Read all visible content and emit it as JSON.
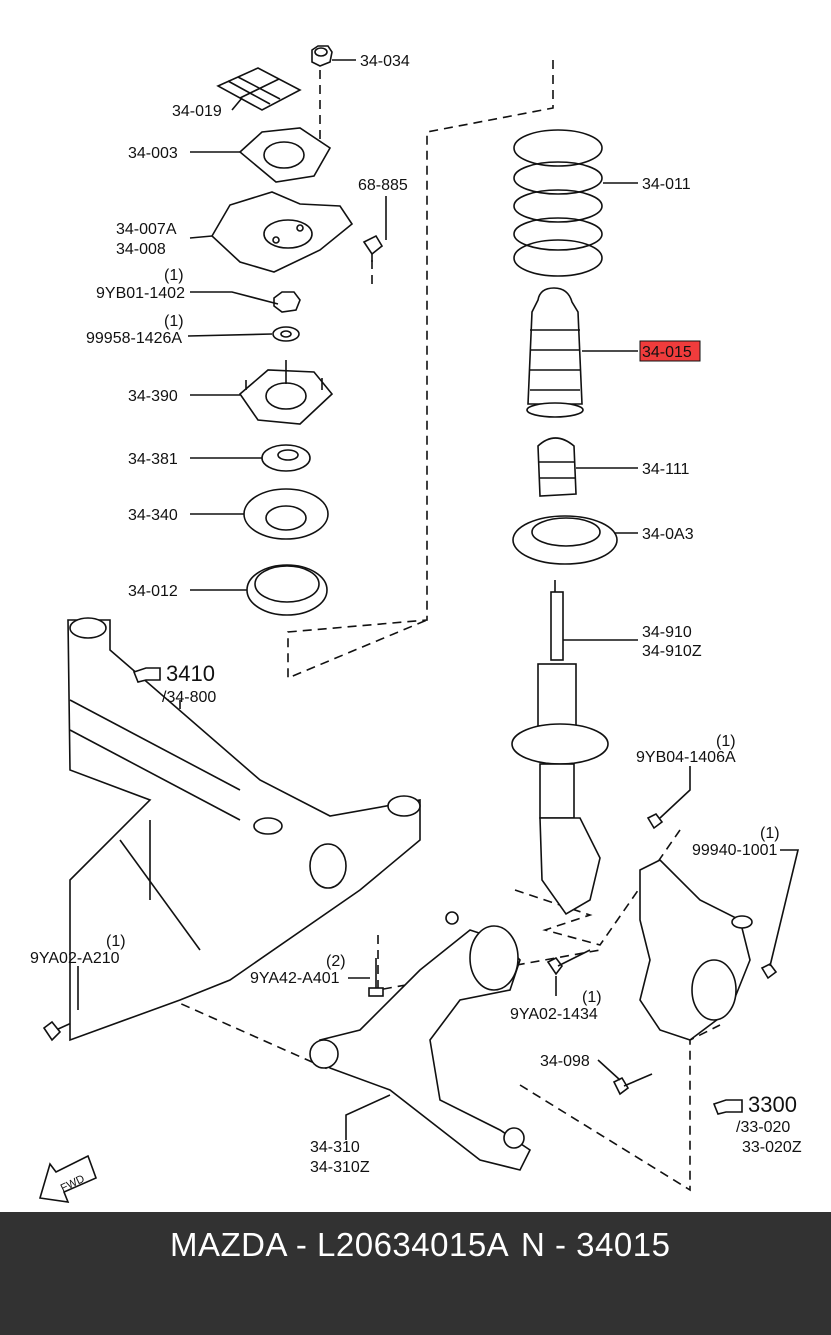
{
  "diagram": {
    "labels": {
      "p34034": "34-034",
      "p34019": "34-019",
      "p34003": "34-003",
      "p68885": "68-885",
      "p34007a": "34-007A",
      "p34008": "34-008",
      "q1a": "(1)",
      "p9yb01": "9YB01-1402",
      "q1b": "(1)",
      "p99958": "99958-1426A",
      "p34390": "34-390",
      "p34381": "34-381",
      "p34340": "34-340",
      "p34012": "34-012",
      "p34011": "34-011",
      "p34015": "34-015",
      "p34111": "34-111",
      "p340a3": "34-0A3",
      "p34910": "34-910",
      "p34910z": "34-910Z",
      "ref3410": "3410",
      "p34800": "/34-800",
      "q1c": "(1)",
      "p9yb04": "9YB04-1406A",
      "q1d": "(1)",
      "p99940": "99940-1001",
      "q1e": "(1)",
      "p9ya02a": "9YA02-A210",
      "q2": "(2)",
      "p9ya42": "9YA42-A401",
      "q1f": "(1)",
      "p9ya02b": "9YA02-1434",
      "p34098": "34-098",
      "ref3300": "3300",
      "p33020": "/33-020",
      "p33020z": "33-020Z",
      "p34310": "34-310",
      "p34310z": "34-310Z",
      "fwd": "FWD"
    },
    "highlight_color": "#f03c3c",
    "icons": [
      "pointing-hand-icon",
      "fwd-arrow-icon"
    ]
  },
  "footer": {
    "part_line": "MAZDA - L20634015A",
    "number_line": "N - 34015"
  },
  "colors": {
    "footer_bg": "#323232",
    "footer_text": "#ffffff"
  }
}
